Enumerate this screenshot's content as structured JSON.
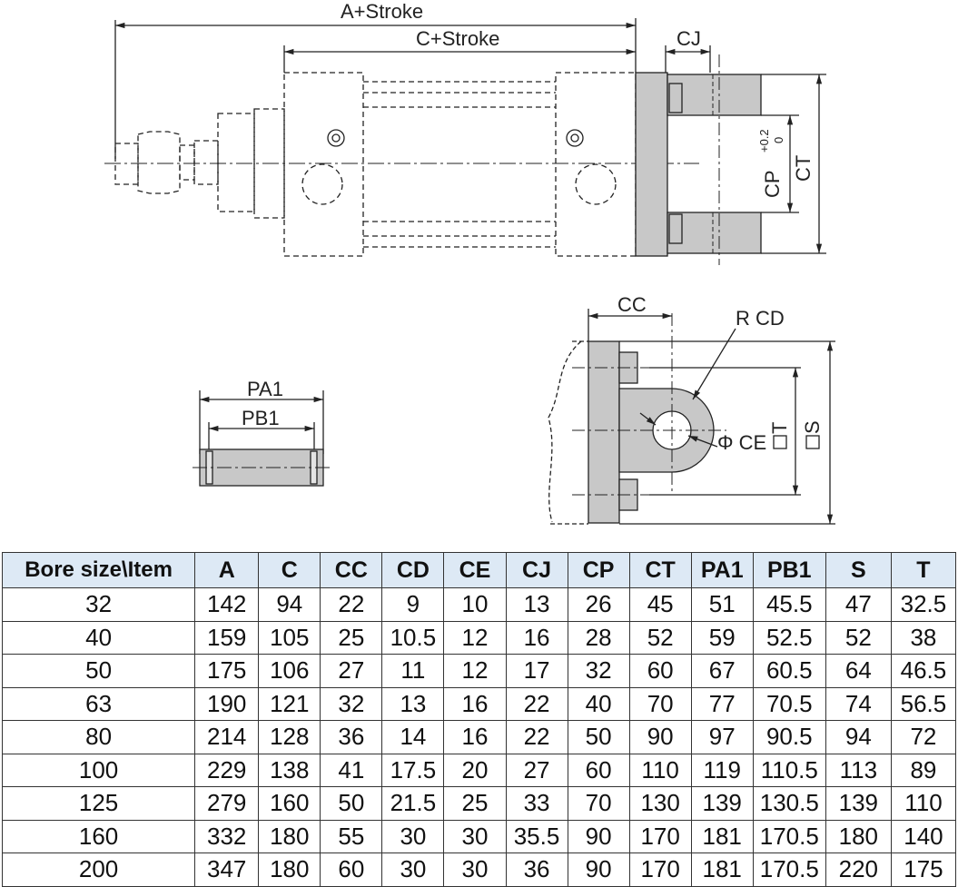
{
  "diagram": {
    "labels": {
      "a_stroke": "A+Stroke",
      "c_stroke": "C+Stroke",
      "cj": "CJ",
      "cp": "CP",
      "cp_tol_upper": "+0.2",
      "cp_tol_lower": "0",
      "ct": "CT",
      "pa1": "PA1",
      "pb1": "PB1",
      "cc": "CC",
      "rcd": "R CD",
      "phi_ce": "Φ CE",
      "t": "T",
      "s": "S"
    }
  },
  "table": {
    "headers": [
      "Bore size\\Item",
      "A",
      "C",
      "CC",
      "CD",
      "CE",
      "CJ",
      "CP",
      "CT",
      "PA1",
      "PB1",
      "S",
      "T"
    ],
    "rows": [
      [
        "32",
        "142",
        "94",
        "22",
        "9",
        "10",
        "13",
        "26",
        "45",
        "51",
        "45.5",
        "47",
        "32.5"
      ],
      [
        "40",
        "159",
        "105",
        "25",
        "10.5",
        "12",
        "16",
        "28",
        "52",
        "59",
        "52.5",
        "52",
        "38"
      ],
      [
        "50",
        "175",
        "106",
        "27",
        "11",
        "12",
        "17",
        "32",
        "60",
        "67",
        "60.5",
        "64",
        "46.5"
      ],
      [
        "63",
        "190",
        "121",
        "32",
        "13",
        "16",
        "22",
        "40",
        "70",
        "77",
        "70.5",
        "74",
        "56.5"
      ],
      [
        "80",
        "214",
        "128",
        "36",
        "14",
        "16",
        "22",
        "50",
        "90",
        "97",
        "90.5",
        "94",
        "72"
      ],
      [
        "100",
        "229",
        "138",
        "41",
        "17.5",
        "20",
        "27",
        "60",
        "110",
        "119",
        "110.5",
        "113",
        "89"
      ],
      [
        "125",
        "279",
        "160",
        "50",
        "21.5",
        "25",
        "33",
        "70",
        "130",
        "139",
        "130.5",
        "139",
        "110"
      ],
      [
        "160",
        "332",
        "180",
        "55",
        "30",
        "30",
        "35.5",
        "90",
        "170",
        "181",
        "170.5",
        "180",
        "140"
      ],
      [
        "200",
        "347",
        "180",
        "60",
        "30",
        "30",
        "36",
        "90",
        "170",
        "181",
        "170.5",
        "220",
        "175"
      ]
    ]
  },
  "colors": {
    "header_bg": "#dde9f5",
    "part_fill": "#c8c8c8",
    "line": "#222222"
  }
}
